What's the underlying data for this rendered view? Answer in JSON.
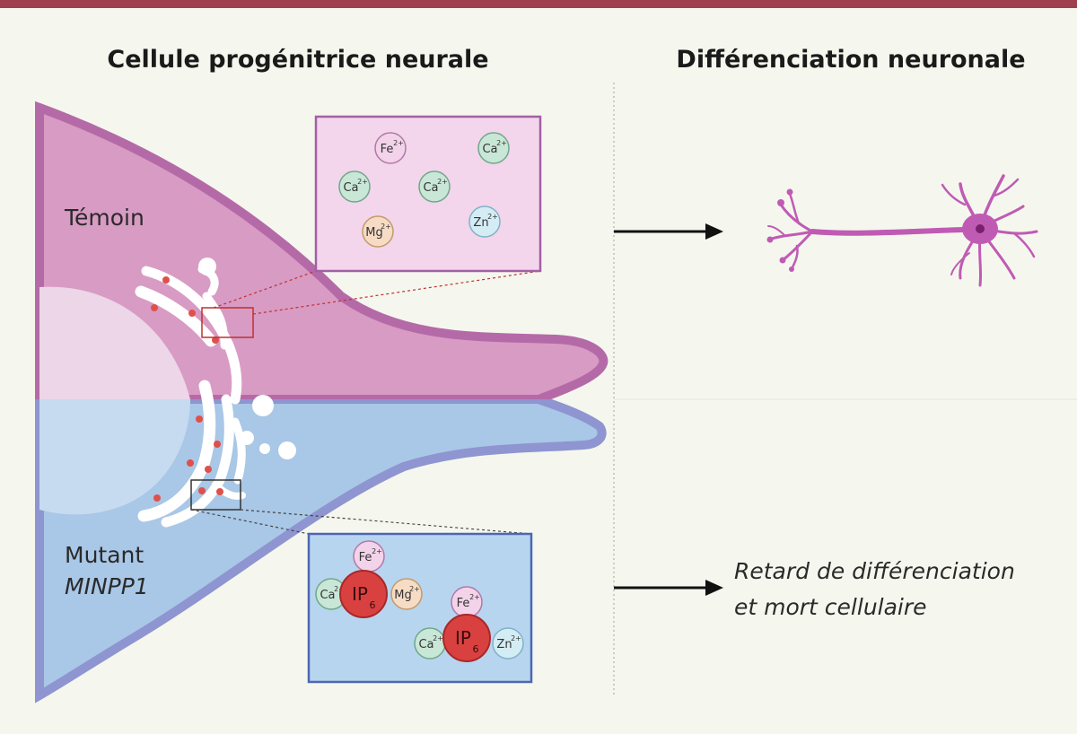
{
  "headings": {
    "left": "Cellule progénitrice neurale",
    "right": "Différenciation neuronale"
  },
  "labels": {
    "control": "Témoin",
    "mutant_line1": "Mutant",
    "mutant_line2": "MINPP1",
    "outcome_line1": "Retard de différenciation",
    "outcome_line2": "et mort cellulaire"
  },
  "control_ions": [
    {
      "base": "Fe",
      "charge": "2+"
    },
    {
      "base": "Ca",
      "charge": "2+"
    },
    {
      "base": "Ca",
      "charge": "2+"
    },
    {
      "base": "Ca",
      "charge": "2+"
    },
    {
      "base": "Zn",
      "charge": "2+"
    },
    {
      "base": "Mg",
      "charge": "2+"
    }
  ],
  "mutant_complexes": [
    {
      "center": {
        "base": "IP",
        "sub": "6"
      },
      "ions": [
        {
          "base": "Fe",
          "charge": "2+"
        },
        {
          "base": "Ca",
          "charge": "2+"
        },
        {
          "base": "Mg",
          "charge": "2+"
        }
      ]
    },
    {
      "center": {
        "base": "IP",
        "sub": "6"
      },
      "ions": [
        {
          "base": "Fe",
          "charge": "2+"
        },
        {
          "base": "Ca",
          "charge": "2+"
        },
        {
          "base": "Zn",
          "charge": "2+"
        }
      ]
    }
  ],
  "colors": {
    "top_bar": "#a0404e",
    "control_cell": "#d89bc4",
    "control_membrane": "#b56aa8",
    "mutant_cell": "#a9c7e6",
    "mutant_membrane": "#8e95d0",
    "ion_fe": "#f3d3ea",
    "ion_ca": "#c9e7d6",
    "ion_mg": "#f6dcc4",
    "ion_zn": "#d4ecf4",
    "ip6": "#d94141",
    "neuron": "#c05bb4"
  }
}
